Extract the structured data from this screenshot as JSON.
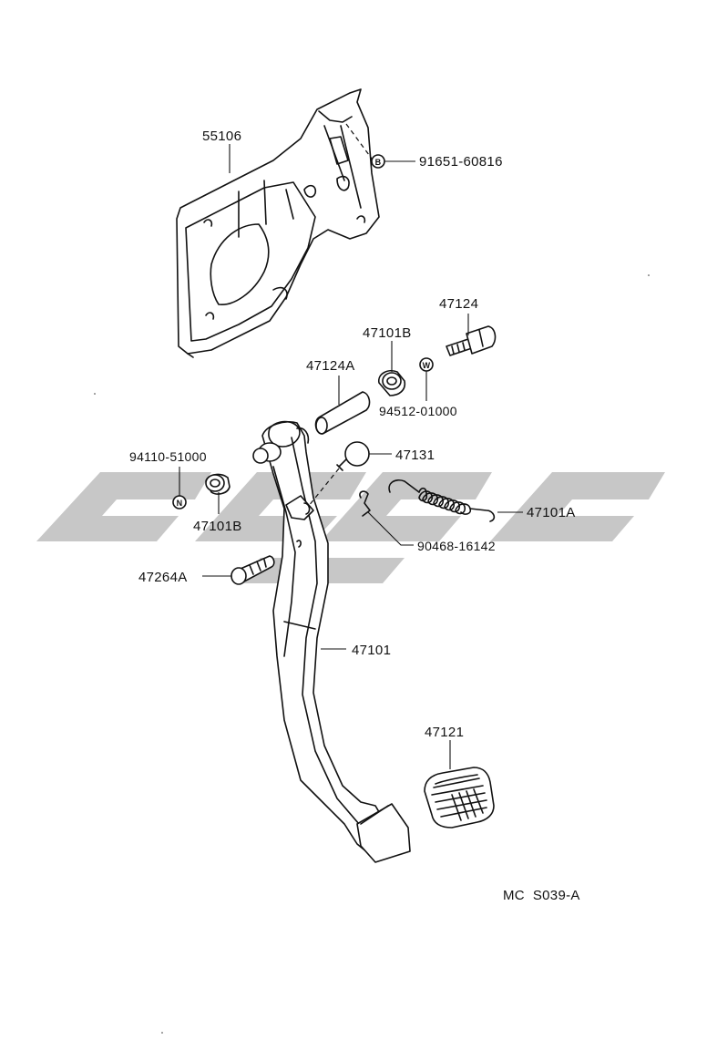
{
  "labels": {
    "p55106": "55106",
    "p91651": "91651-60816",
    "p47124": "47124",
    "p47101B_top": "47101B",
    "p47124A": "47124A",
    "p94512": "94512-01000",
    "p94110": "94110-51000",
    "p47131": "47131",
    "p47101A": "47101A",
    "p47101B_left": "47101B",
    "p90468": "90468-16142",
    "p47264A": "47264A",
    "p47101": "47101",
    "p47121": "47121",
    "code": "MC  S039-A"
  },
  "markers": {
    "bolt_marker": "B",
    "washer_marker": "W",
    "nut_marker": "N"
  }
}
